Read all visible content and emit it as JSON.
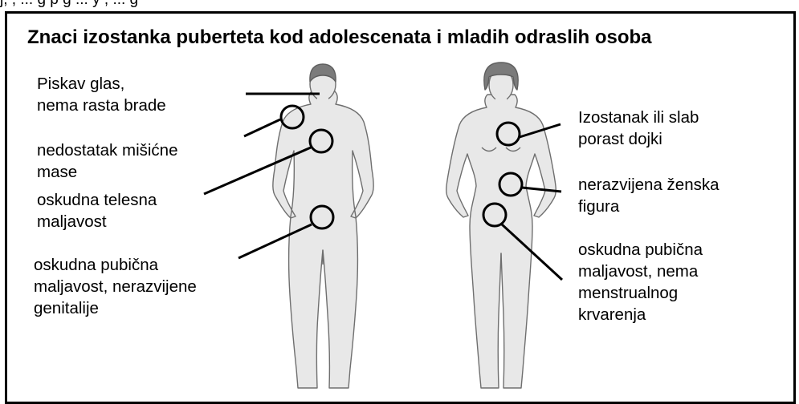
{
  "header_strip_text": "j, , ... g p g ... y , ... g",
  "title": "Znaci izostanka puberteta kod adolescenata i mladih odraslih osoba",
  "male_labels": [
    "Piskav glas,\nnema rasta brade",
    "nedostatak mišićne\nmase",
    "oskudna telesna\nmaljavost",
    "oskudna pubična\nmaljavost, nerazvijene\ngenitalije"
  ],
  "female_labels": [
    "Izostanak ili slab\nporast dojki",
    "nerazvijena ženska\nfigura",
    "oskudna pubična\nmaljavost, nema\nmenstrualnog\nkrvarenja"
  ],
  "colors": {
    "figure_fill": "#e8e8e8",
    "figure_stroke": "#6f6f6f",
    "hair": "#7b7b7b",
    "line": "#000000"
  }
}
